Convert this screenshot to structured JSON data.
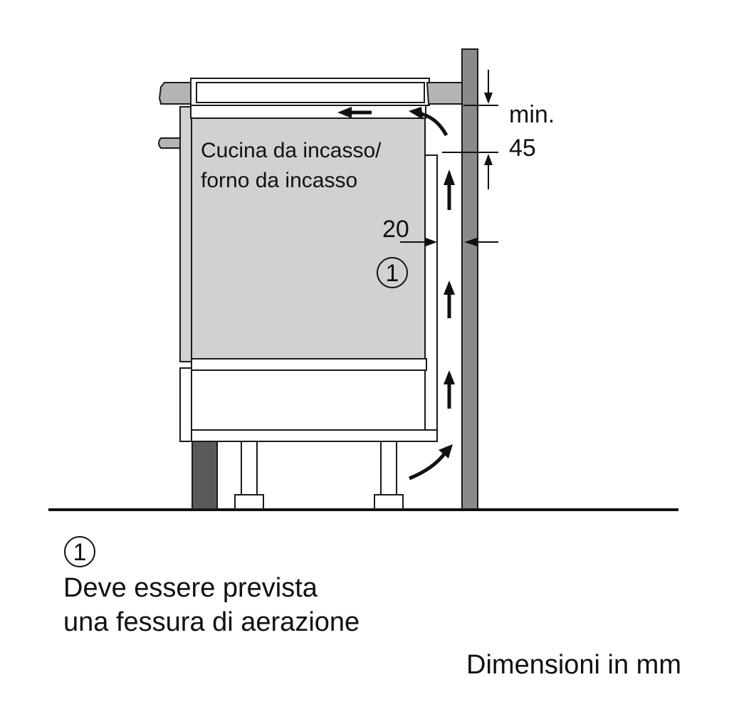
{
  "diagram": {
    "oven_label_line1": "Cucina da incasso/",
    "oven_label_line2": "forno da incasso",
    "gap_value": "20",
    "clearance_prefix": "min.",
    "clearance_value": "45",
    "marker_number": "1"
  },
  "legend": {
    "marker_number": "1",
    "note_line1": "Deve essere prevista",
    "note_line2": "una fessura di aerazione",
    "units_note": "Dimensioni in mm"
  },
  "colors": {
    "outline": "#1a1a1a",
    "oven_fill": "#d1d1d1",
    "wall_fill": "#8a8a8a",
    "trim_fill": "#b4b4b4",
    "plinth_fill": "#5a5a5a",
    "arrow": "#111111"
  }
}
